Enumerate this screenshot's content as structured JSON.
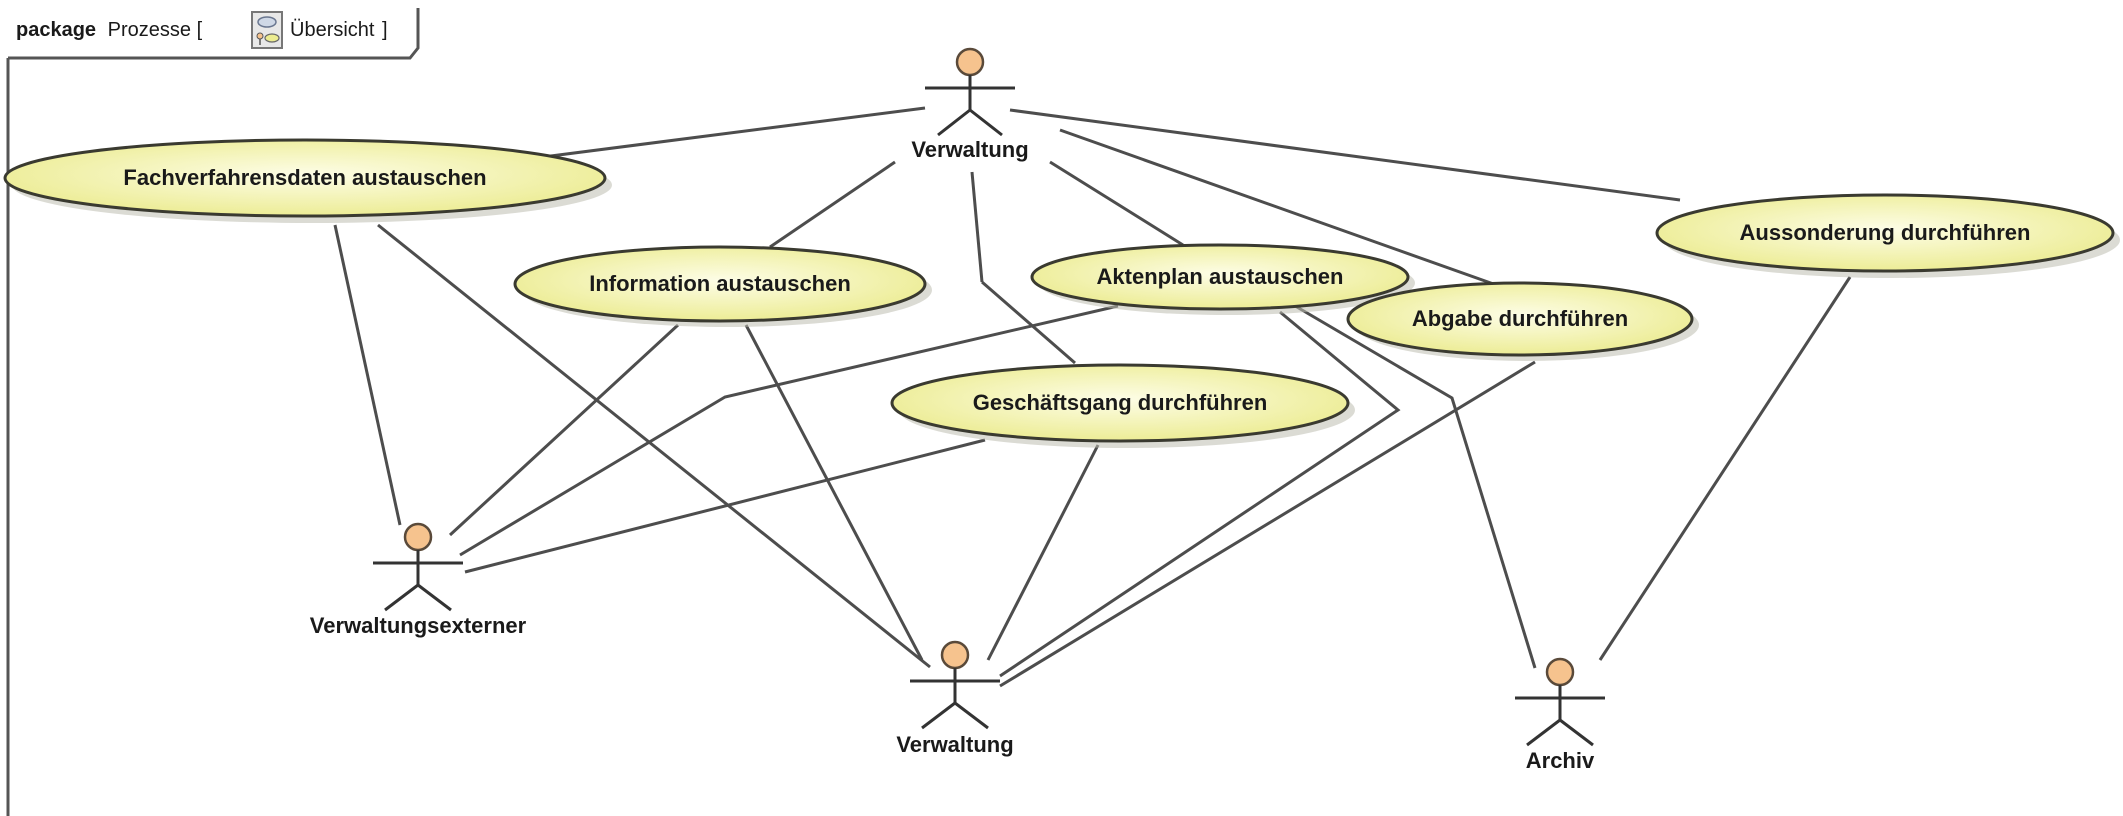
{
  "package": {
    "keyword": "package",
    "name": "Prozesse",
    "diagram_name": "Übersicht",
    "diagram_icon": "use-case-diagram-icon"
  },
  "use_cases": [
    {
      "id": "fachverfahrensdaten",
      "label": "Fachverfahrensdaten austauschen"
    },
    {
      "id": "information",
      "label": "Information austauschen"
    },
    {
      "id": "aktenplan",
      "label": "Aktenplan austauschen"
    },
    {
      "id": "geschaeftsgang",
      "label": "Geschäftsgang durchführen"
    },
    {
      "id": "abgabe",
      "label": "Abgabe durchführen"
    },
    {
      "id": "aussonderung",
      "label": "Aussonderung durchführen"
    }
  ],
  "actors": [
    {
      "id": "verwaltung-top",
      "label": "Verwaltung"
    },
    {
      "id": "verwaltungsexterner",
      "label": "Verwaltungsexterner"
    },
    {
      "id": "verwaltung-bottom",
      "label": "Verwaltung"
    },
    {
      "id": "archiv",
      "label": "Archiv"
    }
  ],
  "colors": {
    "use_case_fill_light": "#fbfbe0",
    "use_case_fill_dark": "#ecec90",
    "actor_head": "#f6c38e",
    "line": "#4d4d4d"
  }
}
